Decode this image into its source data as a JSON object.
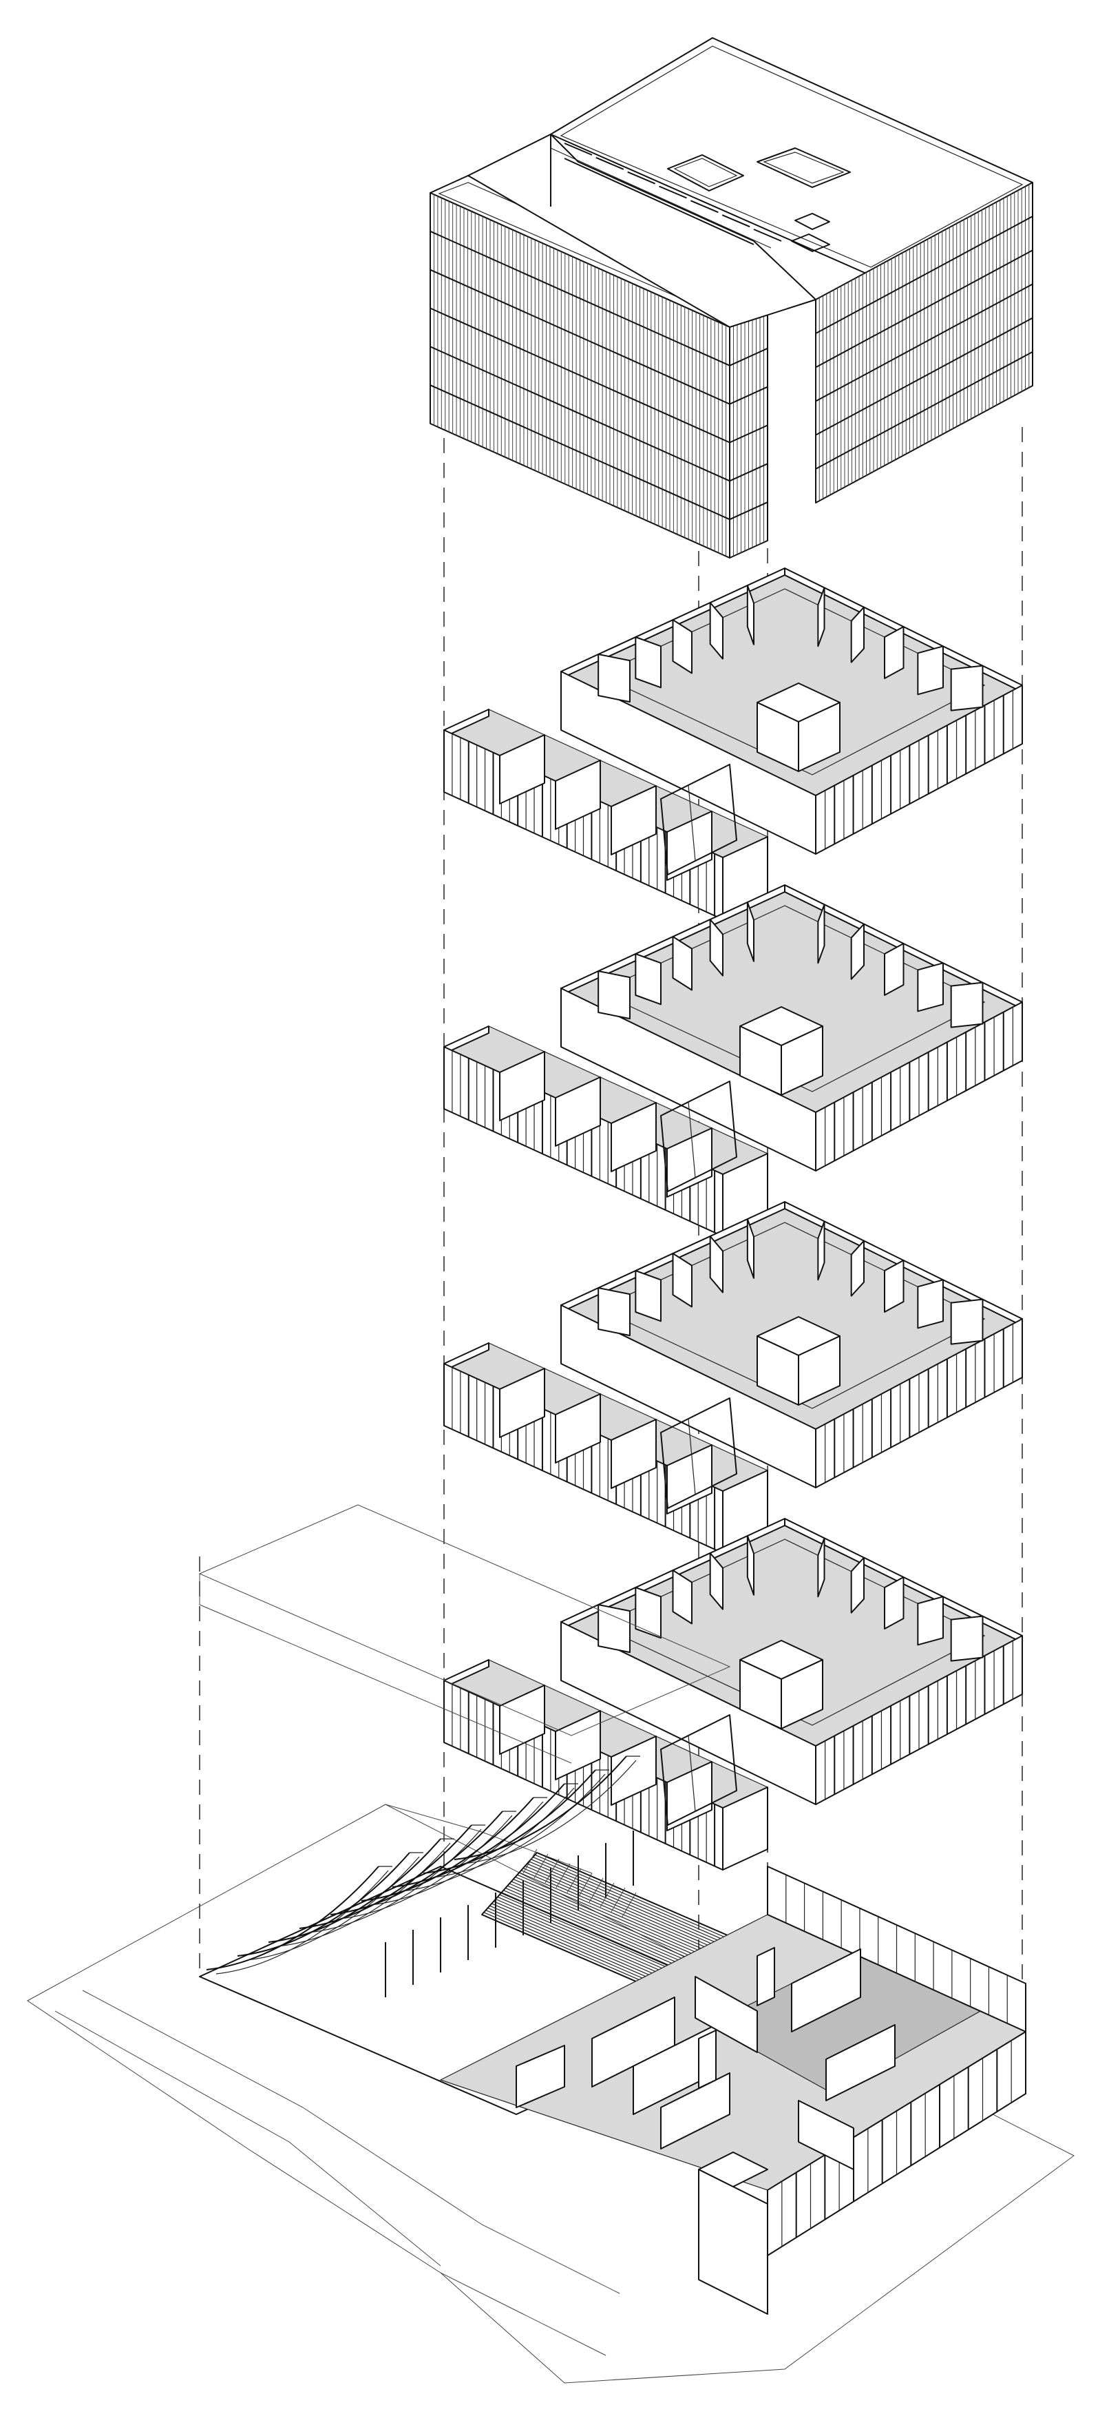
{
  "drawing": {
    "title": "",
    "levels": [
      {
        "id": "roof",
        "label": ""
      },
      {
        "id": "floor-4",
        "label": ""
      },
      {
        "id": "floor-3",
        "label": ""
      },
      {
        "id": "floor-2",
        "label": ""
      },
      {
        "id": "floor-1",
        "label": ""
      },
      {
        "id": "ground",
        "label": ""
      }
    ],
    "colors": {
      "line": "#111111",
      "floor_fill": "#d9d9d9",
      "floor_fill_dark": "#bdbdbd",
      "background": "#ffffff"
    }
  }
}
